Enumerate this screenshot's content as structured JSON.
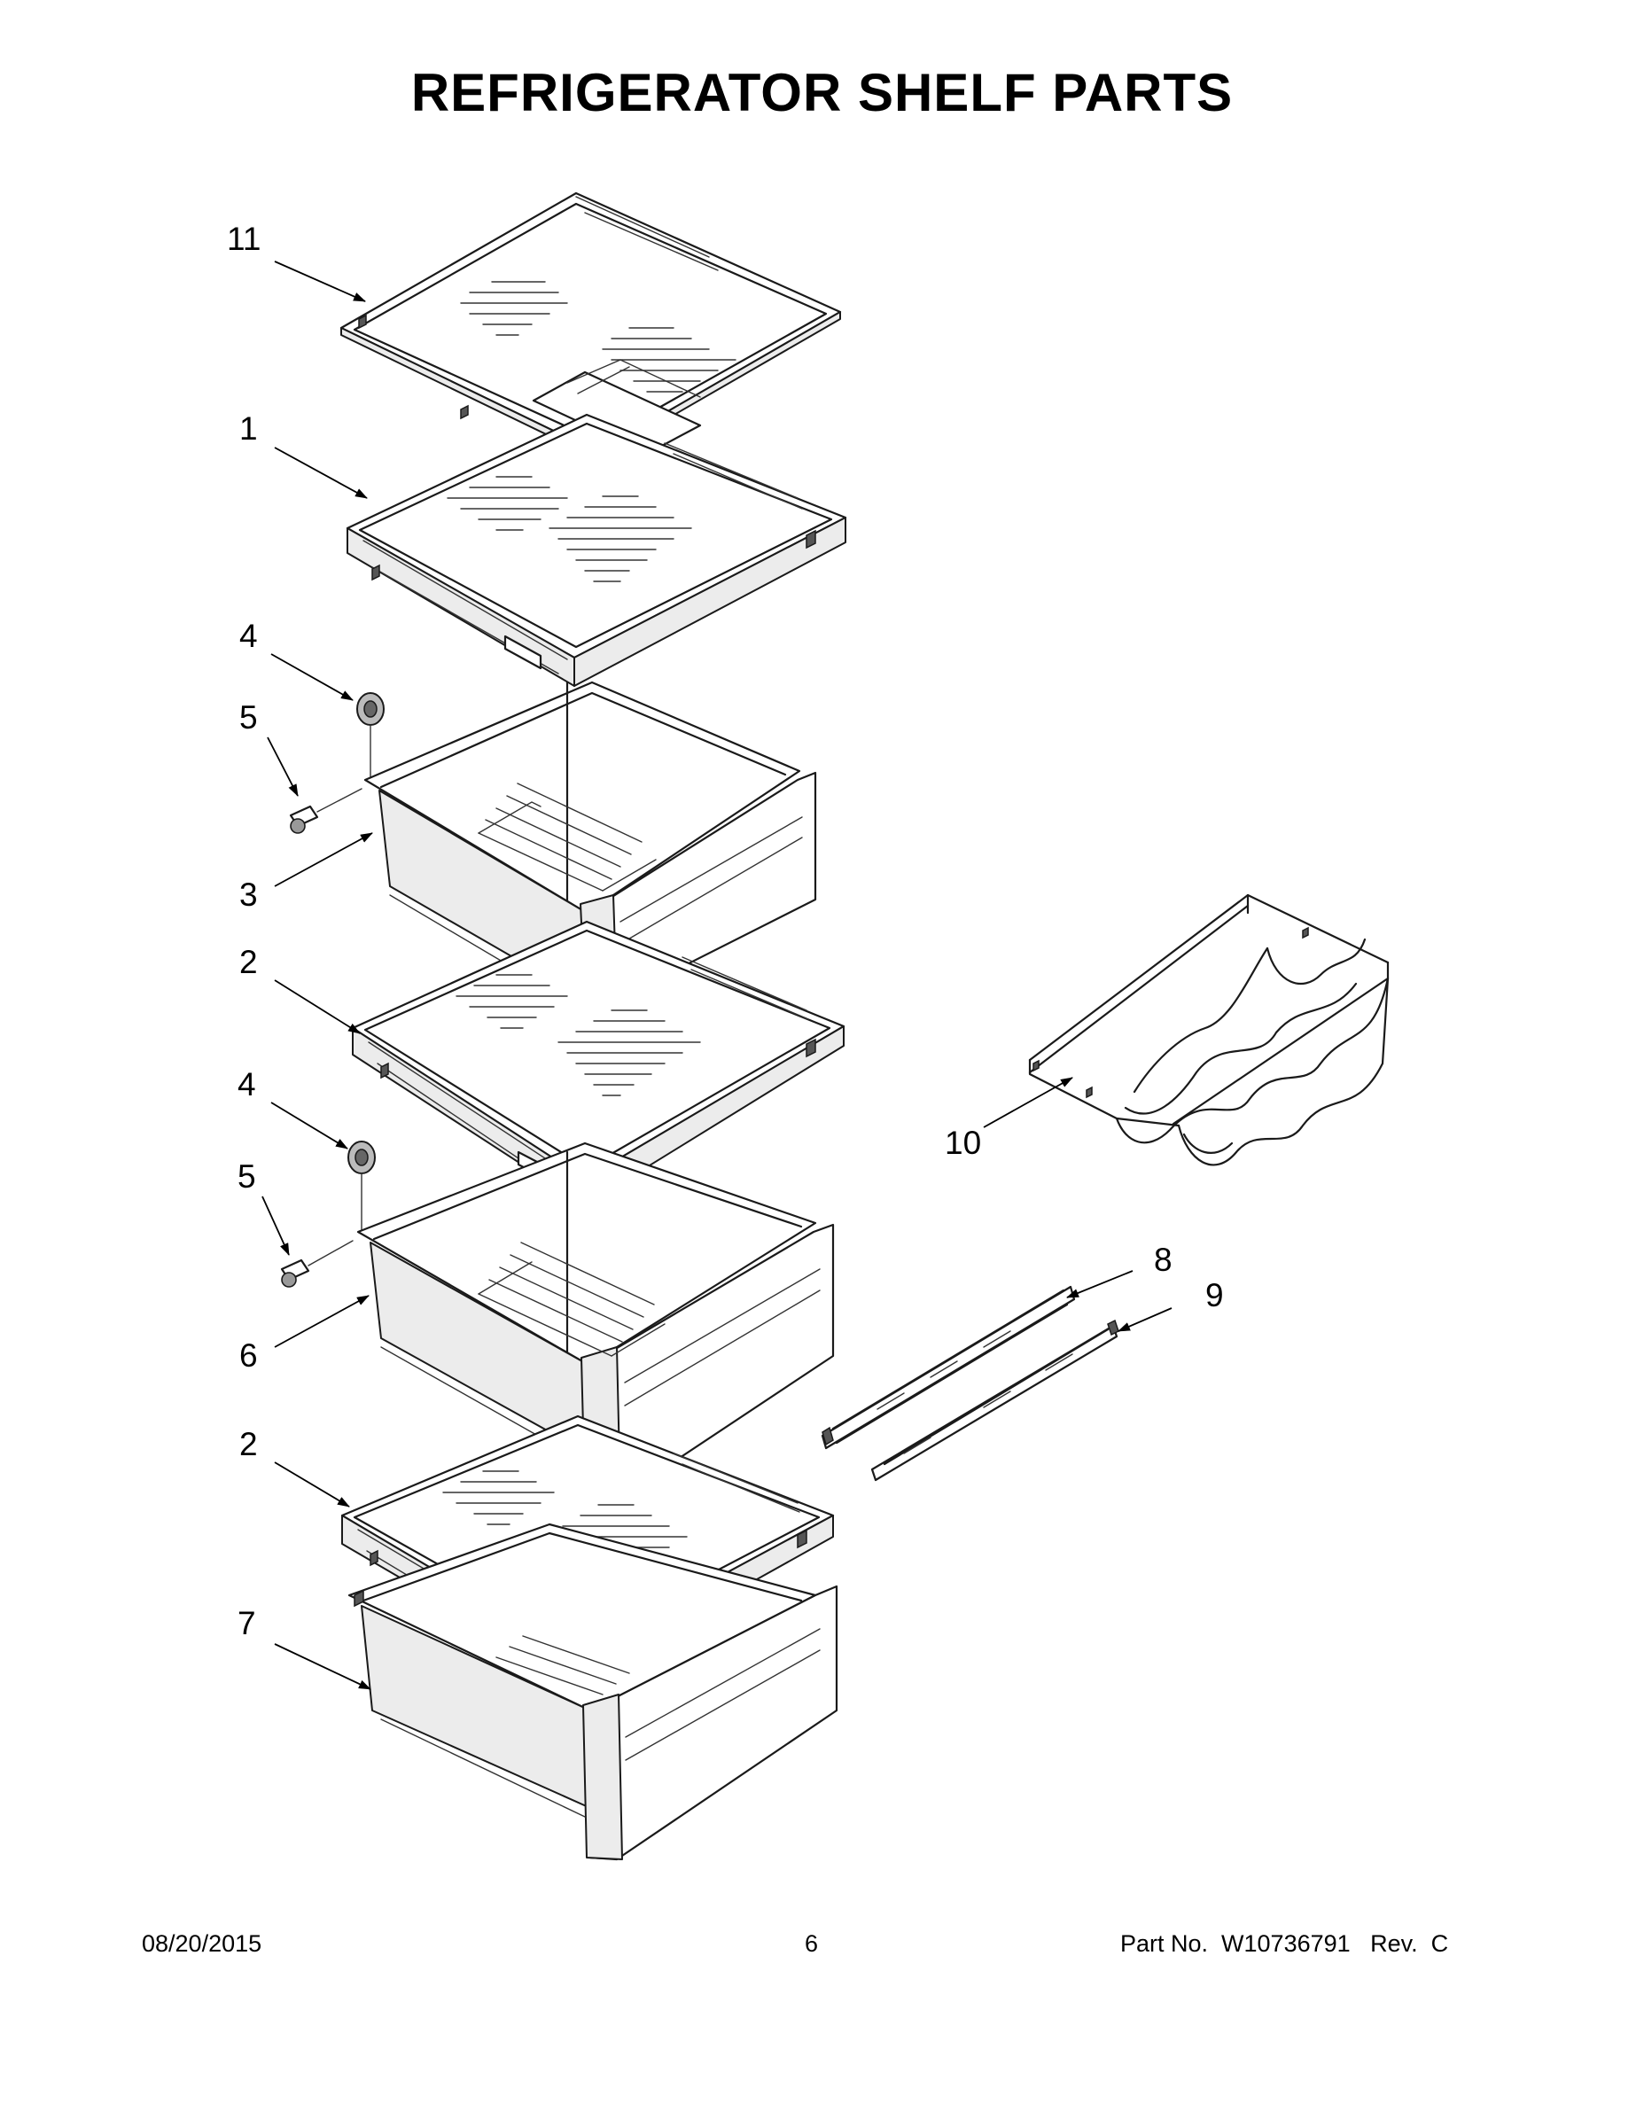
{
  "title": "REFRIGERATOR SHELF PARTS",
  "callouts": {
    "c11": "11",
    "c1": "1",
    "c4a": "4",
    "c5a": "5",
    "c3": "3",
    "c2a": "2",
    "c4b": "4",
    "c5b": "5",
    "c6": "6",
    "c2b": "2",
    "c7": "7",
    "c10": "10",
    "c8": "8",
    "c9": "9"
  },
  "footer": {
    "date": "08/20/2015",
    "page": "6",
    "part_no": "Part No.  W10736791   Rev.  C"
  }
}
